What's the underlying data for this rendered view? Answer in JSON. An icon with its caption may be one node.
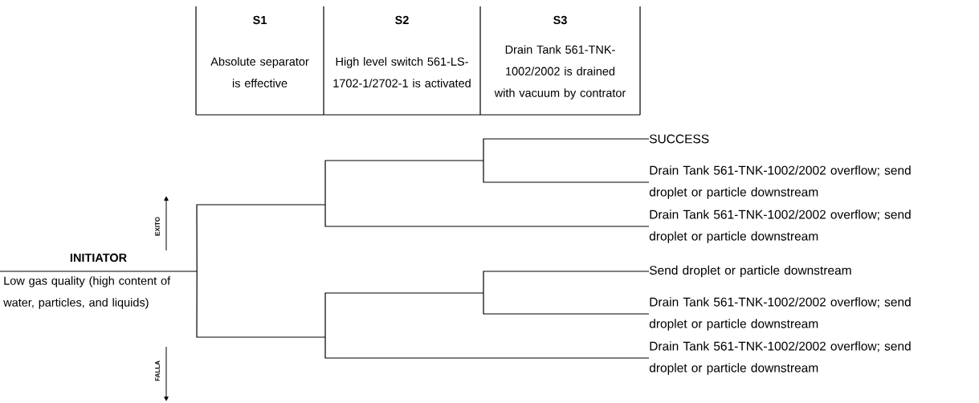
{
  "diagram": {
    "nodes": [
      {
        "text": [
          "INITIATOR",
          "Low gas quality (high content of water, particles, and liquids)"
        ]
      },
      {
        "text": [
          "SUCCESS"
        ]
      },
      {
        "text": [
          "Drain Tank 561-TNK-1002/2002 overflow; send droplet or particle downstream"
        ]
      },
      {
        "text": [
          "Drain Tank 561-TNK-1002/2002 overflow; send droplet or particle downstream"
        ]
      },
      {
        "text": [
          "Send droplet or particle downstream"
        ]
      },
      {
        "text": [
          "Drain Tank 561-TNK-1002/2002 overflow; send droplet or particle downstream"
        ]
      },
      {
        "text": [
          "Drain Tank 561-TNK-1002/2002 overflow; send droplet or particle downstream"
        ]
      }
    ],
    "edges": [
      {
        "from": 0,
        "to": 1,
        "arrow": "none"
      },
      {
        "from": 0,
        "to": 2,
        "arrow": "none"
      },
      {
        "from": 0,
        "to": 3,
        "arrow": "none"
      },
      {
        "from": 0,
        "to": 4,
        "arrow": "none"
      },
      {
        "from": 0,
        "to": 5,
        "arrow": "none"
      },
      {
        "from": 0,
        "to": 6,
        "arrow": "none"
      }
    ],
    "labels": [
      "S1",
      "S2",
      "S3",
      "Absolute separator is effective",
      "High level switch 561-LS-1702-1/2702-1 is activated",
      "Drain Tank 561-TNK-1002/2002 is drained with vacuum by contrator",
      "EXITO",
      "FALLA"
    ]
  }
}
